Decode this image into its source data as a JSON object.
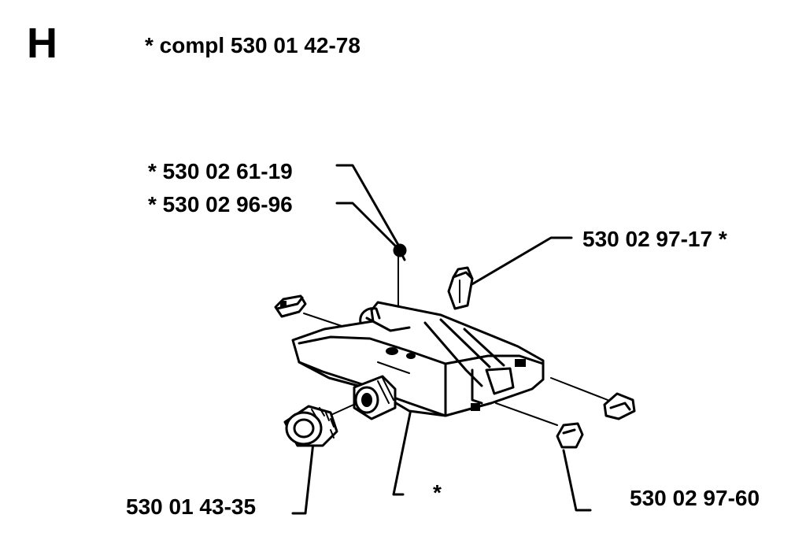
{
  "section_letter": "H",
  "assembly_note": "*  compl 530 01 42-78",
  "labels": [
    {
      "text": "*  530 02 61-19"
    },
    {
      "text": "*  530 02 96-96"
    },
    {
      "text": "530 02 97-17  *"
    },
    {
      "text": "530 01 43-35"
    },
    {
      "text": "*"
    },
    {
      "text": "530 02 97-60"
    }
  ],
  "colors": {
    "ink": "#000000",
    "background": "#ffffff"
  }
}
